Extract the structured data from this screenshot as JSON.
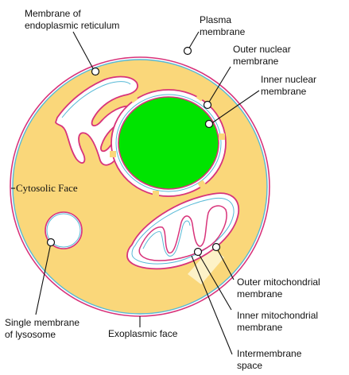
{
  "labels": {
    "er_membrane_1": "Membrane of",
    "er_membrane_2": "endoplasmic reticulum",
    "plasma_1": "Plasma",
    "plasma_2": "membrane",
    "outer_nuclear_1": "Outer nuclear",
    "outer_nuclear_2": "membrane",
    "inner_nuclear_1": "Inner nuclear",
    "inner_nuclear_2": "membrane",
    "cytosolic_face": "Cytosolic Face",
    "outer_mito_1": "Outer mitochondrial",
    "outer_mito_2": "membrane",
    "inner_mito_1": "Inner mitochondrial",
    "inner_mito_2": "membrane",
    "intermembrane_1": "Intermembrane",
    "intermembrane_2": "space",
    "single_lysosome_1": "Single membrane",
    "single_lysosome_2": "of lysosome",
    "exoplasmic_face": "Exoplasmic face"
  },
  "colors": {
    "cytosol": "#fad77a",
    "nucleus": "#00e400",
    "membrane_pink": "#d8337a",
    "membrane_blue": "#56b9d6",
    "lumen": "#ffffff",
    "intermembrane_highlight": "#fdf2c8"
  }
}
